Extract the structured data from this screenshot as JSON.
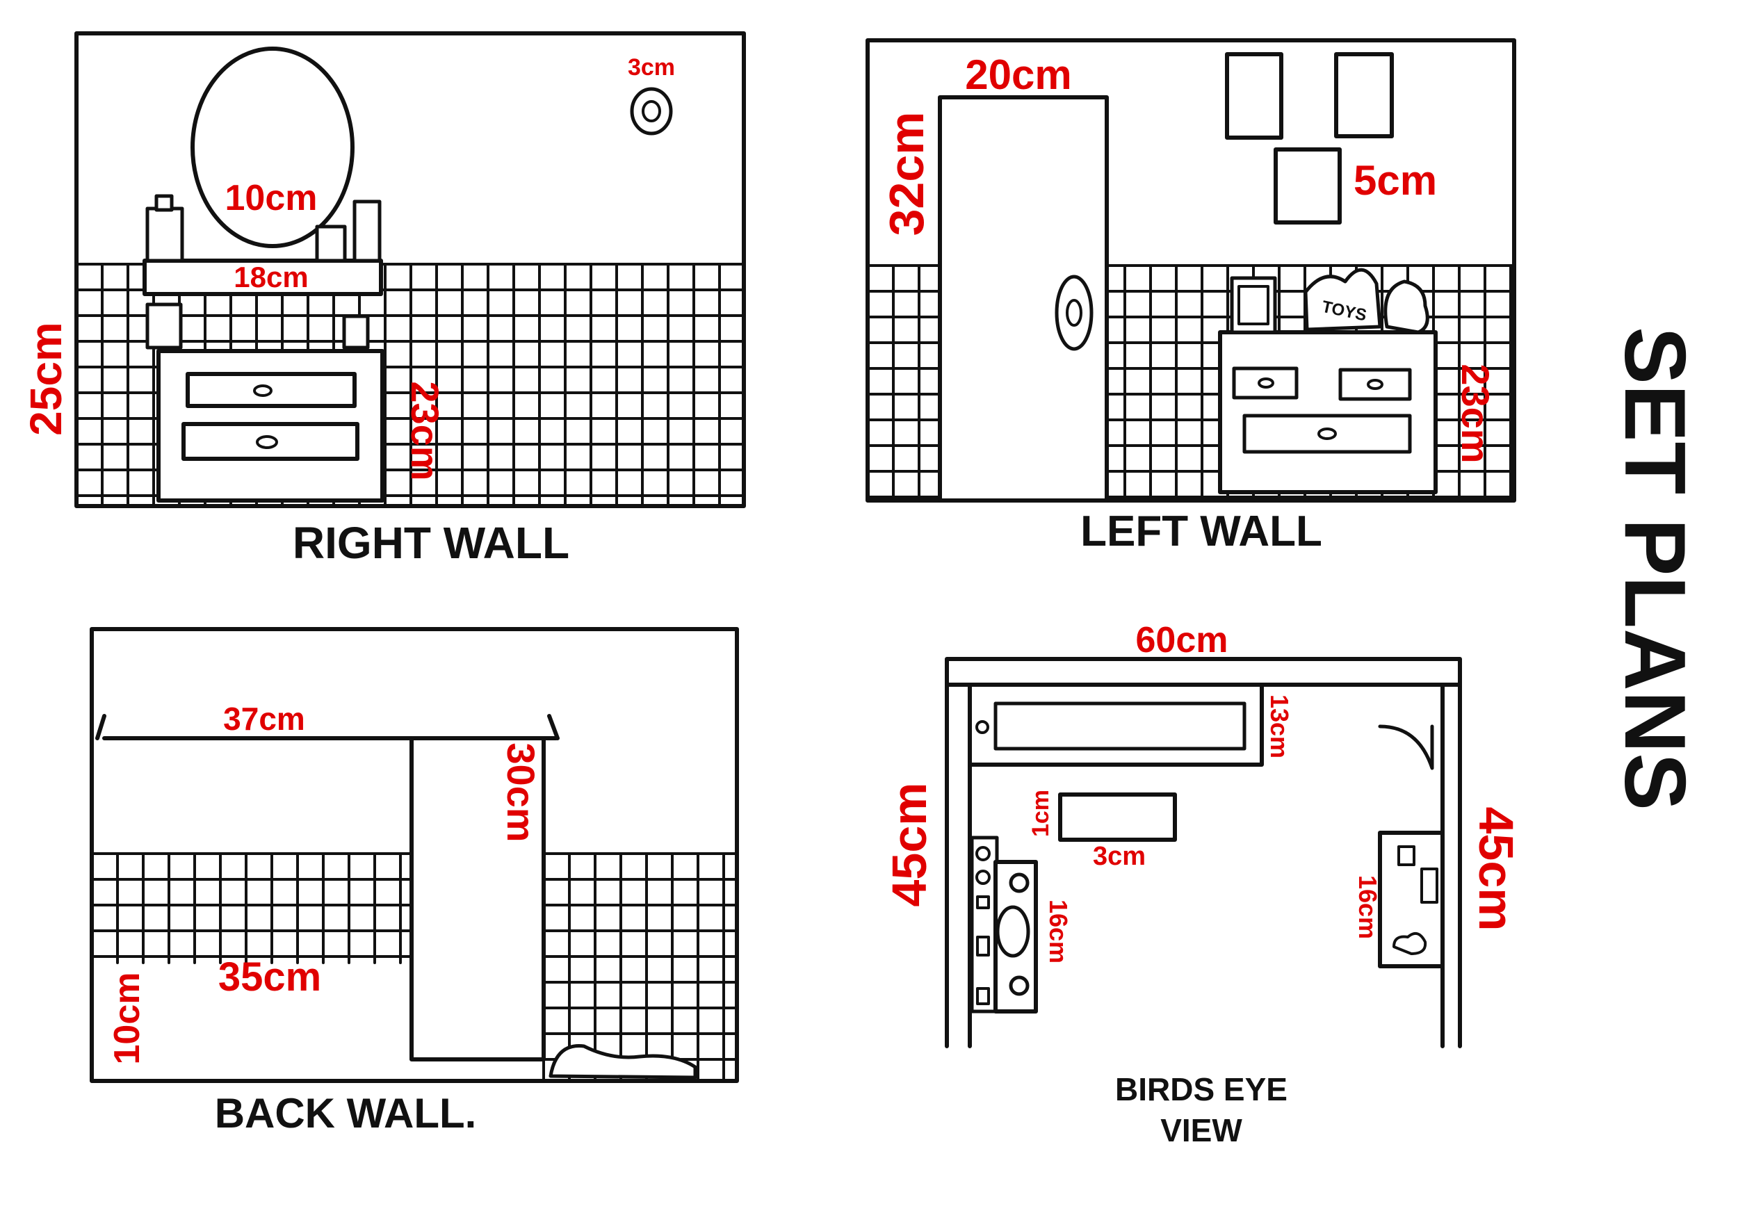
{
  "title": "SET PLANS",
  "panels": {
    "right_wall": {
      "caption": "RIGHT WALL",
      "dims": {
        "mirror": "10cm",
        "fixture": "3cm",
        "shelf": "18cm",
        "tile_height": "25cm",
        "cabinet": "23cm"
      }
    },
    "left_wall": {
      "caption": "LEFT WALL",
      "dims": {
        "door_width": "20cm",
        "door_height": "32cm",
        "frames": "5cm",
        "cabinet": "23cm"
      },
      "box_label": "TOYS"
    },
    "back_wall": {
      "caption": "BACK WALL.",
      "dims": {
        "rail": "37cm",
        "doorway": "30cm",
        "tile_width": "35cm",
        "tile_height": "10cm"
      }
    },
    "birds_eye": {
      "caption_line1": "BIRDS EYE",
      "caption_line2": "VIEW",
      "dims": {
        "top": "60cm",
        "left": "45cm",
        "right": "45cm",
        "bath": "13cm",
        "mat_depth": "1cm",
        "mat_width": "3cm",
        "left_counter": "16cm",
        "right_counter": "16cm"
      }
    }
  },
  "colors": {
    "dimension": "#e00000",
    "ink": "#111111",
    "paper": "#ffffff"
  }
}
